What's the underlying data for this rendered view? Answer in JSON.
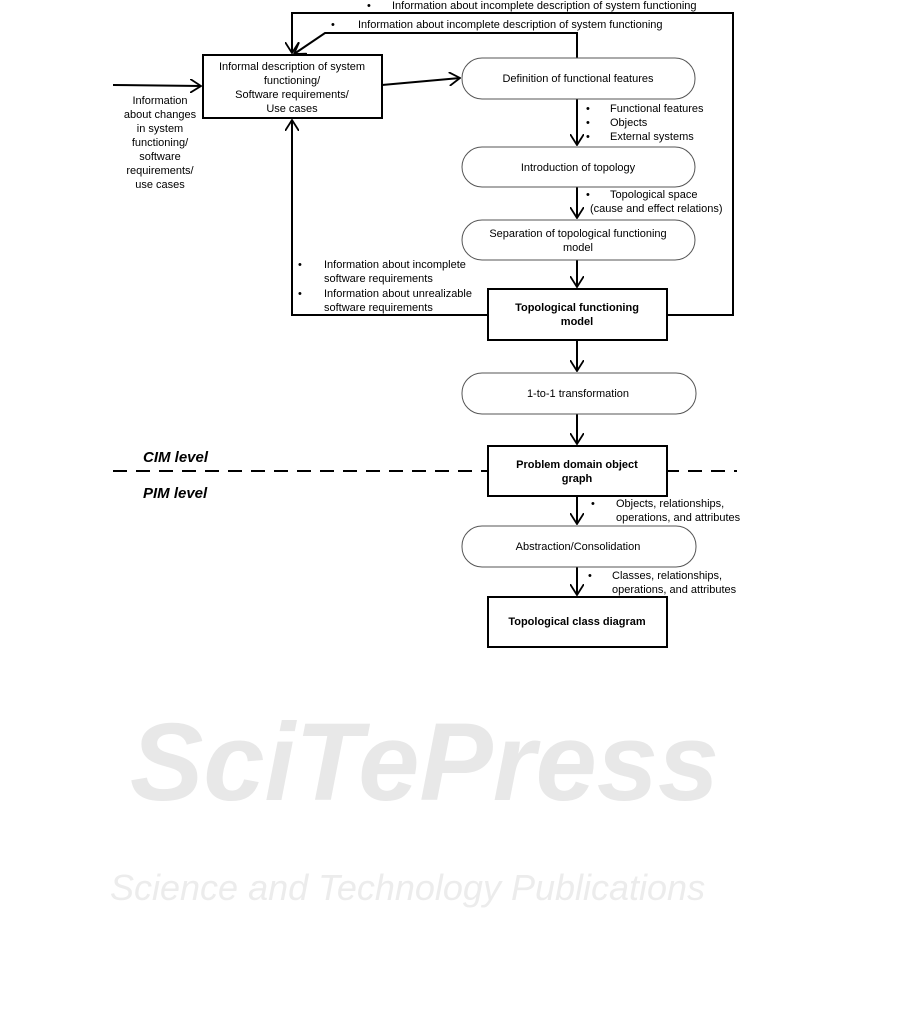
{
  "watermark": {
    "main": "SciTePress",
    "sub": "Science and Technology Publications"
  },
  "nodes": {
    "informal": [
      "Informal description of system",
      "functioning/",
      "Software requirements/",
      "Use cases"
    ],
    "definition": "Definition of functional features",
    "introduction": "Introduction of topology",
    "separation": [
      "Separation of topological functioning",
      "model"
    ],
    "tfm": [
      "Topological functioning",
      "model"
    ],
    "transformation": "1-to-1 transformation",
    "pdog": [
      "Problem domain object",
      "graph"
    ],
    "abstraction": "Abstraction/Consolidation",
    "tcd": "Topological class diagram"
  },
  "labels": {
    "outer_feedback": "Information about incomplete description of system functioning",
    "inner_feedback": "Information about incomplete description of system functioning",
    "input": [
      "Information",
      "about changes",
      "in system",
      "functioning/",
      "software",
      "requirements/",
      "use cases"
    ],
    "def_out": [
      "Functional features",
      "Objects",
      "External systems"
    ],
    "intro_out": [
      "Topological space",
      "(cause and effect relations)"
    ],
    "tfm_feedback": [
      "Information about incomplete",
      "software requirements",
      "Information about unrealizable",
      "software requirements"
    ],
    "pdog_out": [
      "Objects, relationships,",
      "operations, and attributes"
    ],
    "abs_out": [
      "Classes, relationships,",
      "operations, and attributes"
    ]
  },
  "levels": {
    "cim": "CIM level",
    "pim": "PIM level"
  }
}
